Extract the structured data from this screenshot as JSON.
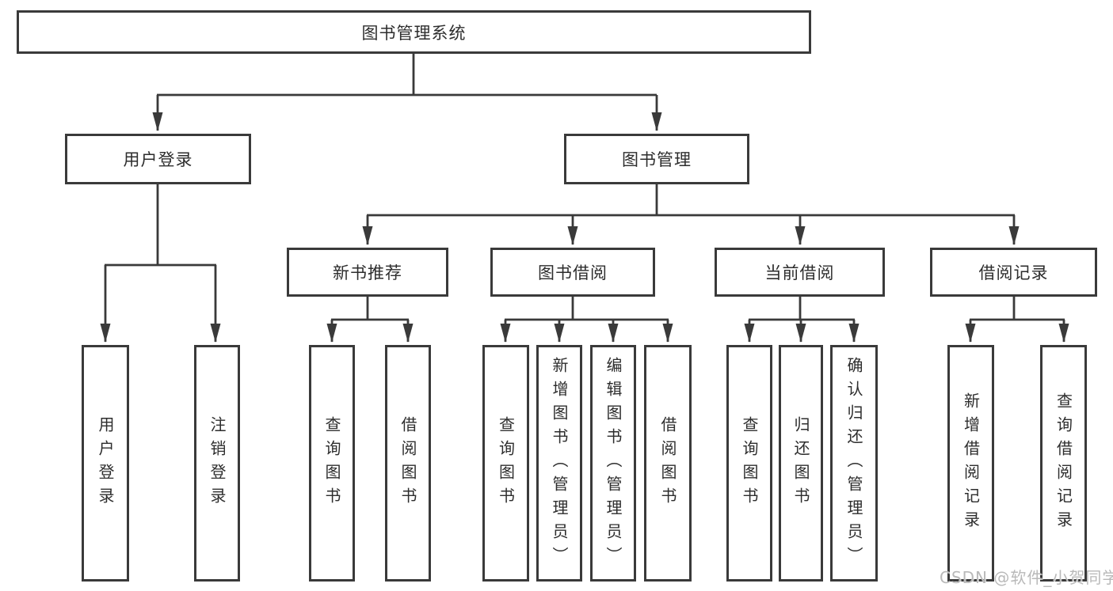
{
  "diagram": {
    "title_node": {
      "label": "图书管理系统"
    },
    "level2": [
      {
        "label": "用户登录"
      },
      {
        "label": "图书管理"
      }
    ],
    "level3": [
      {
        "label": "新书推荐"
      },
      {
        "label": "图书借阅"
      },
      {
        "label": "当前借阅"
      },
      {
        "label": "借阅记录"
      }
    ],
    "leaves": {
      "user_login": [
        {
          "label": "用户登录"
        },
        {
          "label": "注销登录"
        }
      ],
      "new_book": [
        {
          "label": "查询图书"
        },
        {
          "label": "借阅图书"
        }
      ],
      "book_borrow": [
        {
          "label": "查询图书"
        },
        {
          "label": "新增图书（管理员）"
        },
        {
          "label": "编辑图书（管理员）"
        },
        {
          "label": "借阅图书"
        }
      ],
      "current_borrow": [
        {
          "label": "查询图书"
        },
        {
          "label": "归还图书"
        },
        {
          "label": "确认归还（管理员）"
        }
      ],
      "borrow_record": [
        {
          "label": "新增借阅记录"
        },
        {
          "label": "查询借阅记录"
        }
      ]
    },
    "colors": {
      "line": "#3a3a3a",
      "box_border": "#3a3a3a",
      "text": "#2d2d2d",
      "background": "#ffffff",
      "watermark": "#b9b9b9"
    },
    "watermark": "CSDN @软件_小贺同学"
  }
}
